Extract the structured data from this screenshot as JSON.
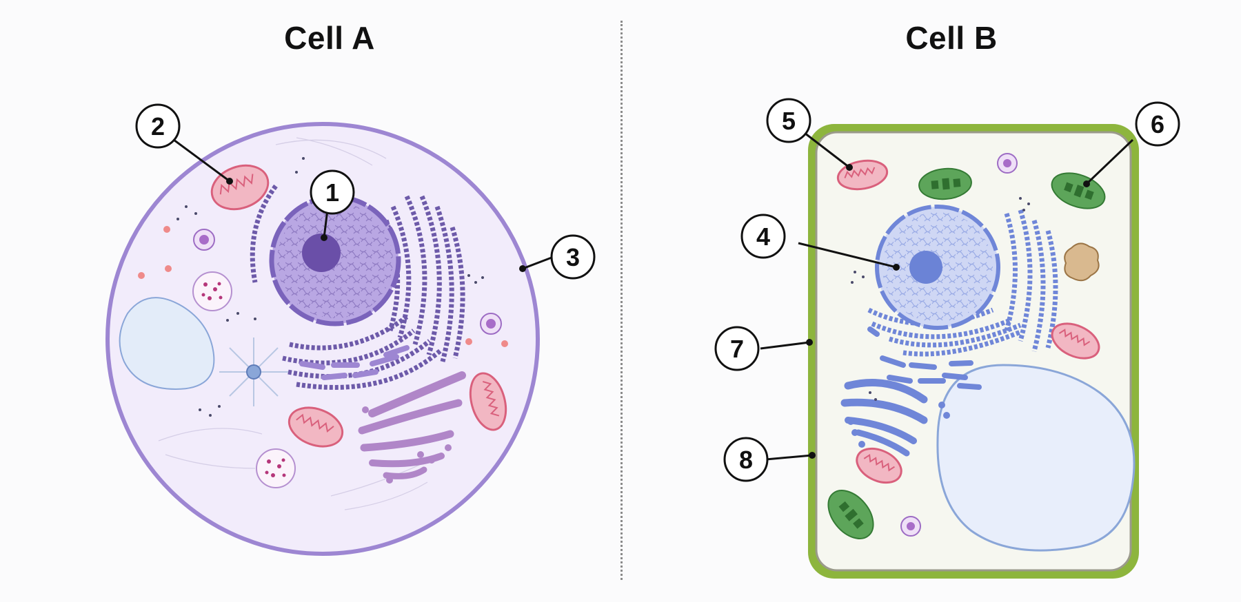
{
  "panels": [
    {
      "title": "Cell A"
    },
    {
      "title": "Cell B"
    }
  ],
  "labels": [
    "1",
    "2",
    "3",
    "4",
    "5",
    "6",
    "7",
    "8"
  ],
  "colors": {
    "animal_membrane": "#9d86d2",
    "animal_cytoplasm": "#f2ecfb",
    "nucleus_a": "#8f78c8",
    "nucleolus_a": "#6a4fa8",
    "plant_wall": "#8db53d",
    "plant_cytoplasm": "#f6f7f0",
    "nucleus_b": "#a9b8ee",
    "nucleolus_b": "#6b83d6",
    "mitochondria": "#e4899e",
    "chloroplast": "#4e9a4a",
    "vacuole": "#e8eefb"
  }
}
